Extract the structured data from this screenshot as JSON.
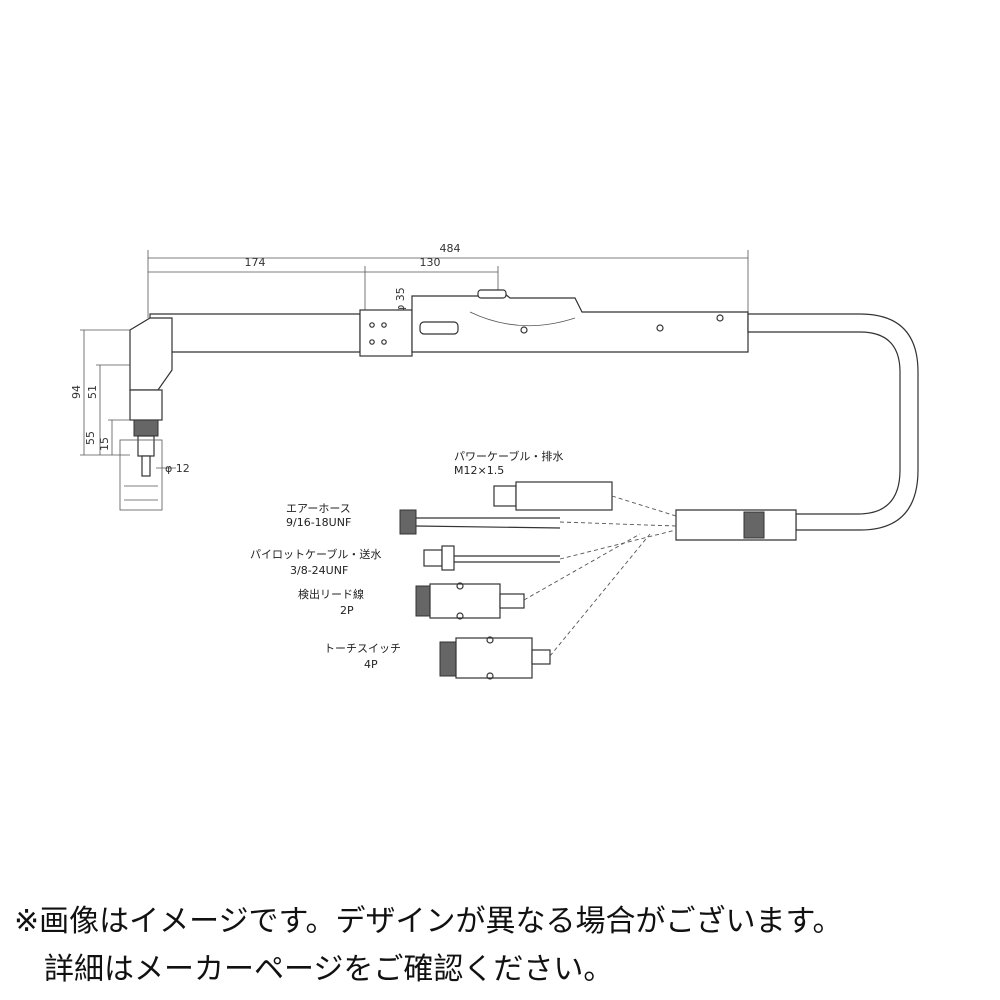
{
  "dimensions": {
    "total_length": "484",
    "left_length": "174",
    "mid_length": "130",
    "body_height": "φ 35",
    "height_94": "94",
    "height_51": "51",
    "height_55": "55",
    "height_15": "15",
    "tip_diameter": "φ 12"
  },
  "cable_labels": {
    "power_cable": "パワーケーブル・排水",
    "power_thread": "M12×1.5",
    "air_hose": "エアーホース",
    "air_thread": "9/16-18UNF",
    "pilot_cable": "パイロットケーブル・送水",
    "pilot_thread": "3/8-24UNF",
    "detect_lead": "検出リード線",
    "detect_pins": "2P",
    "torch_switch": "トーチスイッチ",
    "switch_pins": "4P"
  },
  "notice": {
    "line1": "※画像はイメージです。デザインが異なる場合がございます。",
    "line2": "詳細はメーカーページをご確認ください。"
  }
}
